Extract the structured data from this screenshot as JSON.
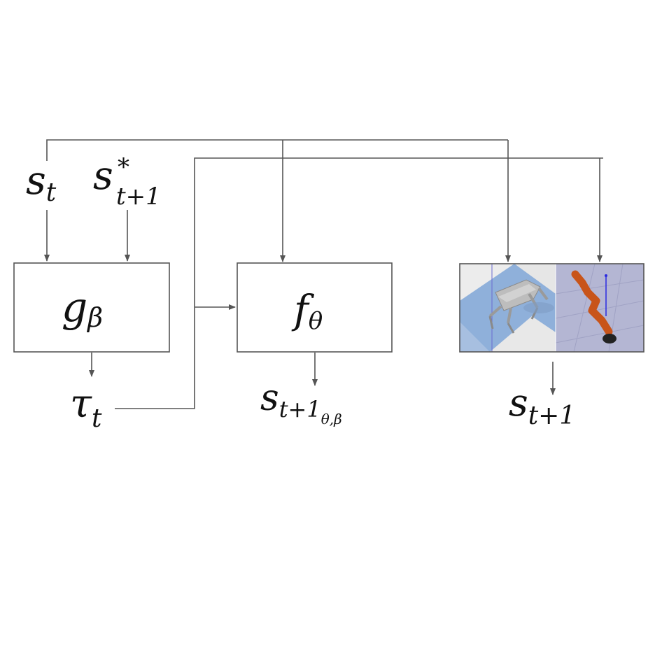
{
  "labels": {
    "s_t": {
      "base": "s",
      "sub": "t"
    },
    "s_target": {
      "base": "s",
      "sup": "*",
      "sub": "t+1"
    },
    "tau_t": {
      "base": "τ",
      "sub": "t"
    },
    "s_pred": {
      "base": "s",
      "sub": "t+1",
      "subsub": "θ,β"
    },
    "s_next": {
      "base": "s",
      "sub": "t+1"
    }
  },
  "blocks": {
    "g_beta": {
      "base": "g",
      "sub": "β"
    },
    "f_theta": {
      "base": "f",
      "sub": "θ"
    }
  },
  "colors": {
    "line": "#555555",
    "tile_blue": "#8fb0da",
    "tile_white": "#ececec",
    "sim_right_bg": "#b4b6d3",
    "robot_arm": "#c8541a",
    "robot_base": "#222222",
    "axis_blue": "#2a2ae0"
  }
}
